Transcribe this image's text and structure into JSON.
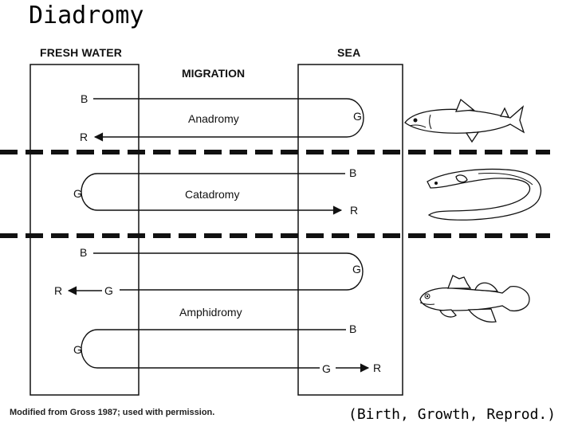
{
  "title": "Diadromy",
  "headers": {
    "fresh_water": "FRESH WATER",
    "sea": "SEA",
    "migration": "MIGRATION"
  },
  "sections": {
    "anadromy": {
      "label": "Anadromy",
      "birth": "B",
      "growth": "G",
      "reproduction": "R"
    },
    "catadromy": {
      "label": "Catadromy",
      "birth": "B",
      "growth": "G",
      "reproduction": "R"
    },
    "amphidromy": {
      "label": "Amphidromy",
      "birth_top": "B",
      "growth_sea": "G",
      "growth_fresh_top": "G",
      "reproduction_fresh": "R",
      "birth_bottom": "B",
      "growth_fresh_bottom": "G",
      "growth_sea_bottom": "G",
      "reproduction_sea": "R"
    }
  },
  "fish_icons": [
    "salmon-icon",
    "eel-icon",
    "goby-icon"
  ],
  "credit": "Modified from Gross 1987; used with permission.",
  "caption": "(Birth, Growth, Reprod.)"
}
